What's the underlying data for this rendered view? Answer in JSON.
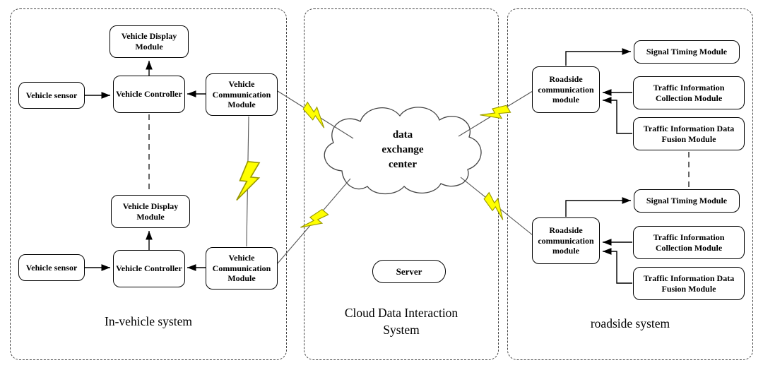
{
  "in_vehicle": {
    "label": "In-vehicle system",
    "groups": [
      {
        "display_module": "Vehicle Display Module",
        "sensor": "Vehicle sensor",
        "controller": "Vehicle Controller",
        "communication_module": "Vehicle Communication Module"
      },
      {
        "display_module": "Vehicle Display Module",
        "sensor": "Vehicle sensor",
        "controller": "Vehicle Controller",
        "communication_module": "Vehicle Communication Module"
      }
    ]
  },
  "cloud_system": {
    "label": "Cloud Data Interaction System",
    "data_exchange_center": "data exchange center",
    "server": "Server"
  },
  "roadside": {
    "label": "roadside system",
    "groups": [
      {
        "communication_module": "Roadside communication module",
        "signal_timing": "Signal Timing Module",
        "collection": "Traffic Information Collection Module",
        "fusion": "Traffic Information Data Fusion Module"
      },
      {
        "communication_module": "Roadside communication module",
        "signal_timing": "Signal Timing Module",
        "collection": "Traffic Information Collection Module",
        "fusion": "Traffic Information Data Fusion Module"
      }
    ]
  },
  "colors": {
    "lightning_fill": "#ffff00",
    "lightning_stroke": "#9a9a00",
    "line": "#000000"
  }
}
